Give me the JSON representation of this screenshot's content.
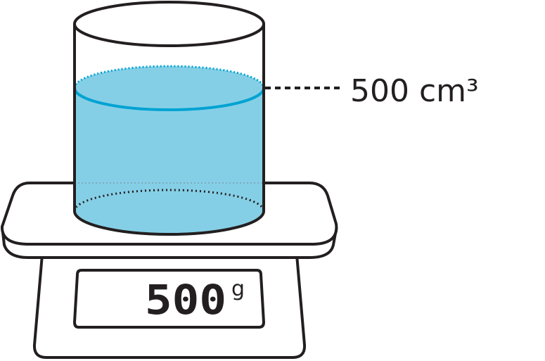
{
  "diagram": {
    "volume_label": "500 cm³",
    "scale_reading": "500",
    "scale_unit": "g",
    "colors": {
      "water": "#85cfe6",
      "water_surface": "#00a3d3",
      "outline": "#231f20"
    }
  }
}
